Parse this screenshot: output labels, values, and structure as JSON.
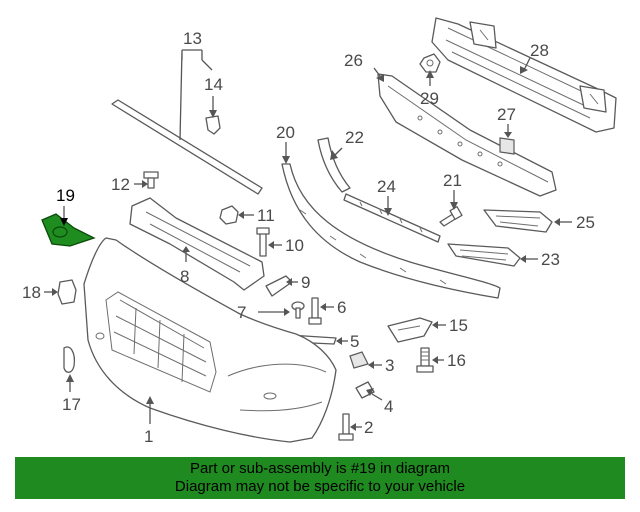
{
  "diagram": {
    "callouts": [
      {
        "id": "1",
        "label": "1"
      },
      {
        "id": "2",
        "label": "2"
      },
      {
        "id": "3",
        "label": "3"
      },
      {
        "id": "4",
        "label": "4"
      },
      {
        "id": "5",
        "label": "5"
      },
      {
        "id": "6",
        "label": "6"
      },
      {
        "id": "7",
        "label": "7"
      },
      {
        "id": "8",
        "label": "8"
      },
      {
        "id": "9",
        "label": "9"
      },
      {
        "id": "10",
        "label": "10"
      },
      {
        "id": "11",
        "label": "11"
      },
      {
        "id": "12",
        "label": "12"
      },
      {
        "id": "13",
        "label": "13"
      },
      {
        "id": "14",
        "label": "14"
      },
      {
        "id": "15",
        "label": "15"
      },
      {
        "id": "16",
        "label": "16"
      },
      {
        "id": "17",
        "label": "17"
      },
      {
        "id": "18",
        "label": "18"
      },
      {
        "id": "19",
        "label": "19"
      },
      {
        "id": "20",
        "label": "20"
      },
      {
        "id": "21",
        "label": "21"
      },
      {
        "id": "22",
        "label": "22"
      },
      {
        "id": "23",
        "label": "23"
      },
      {
        "id": "24",
        "label": "24"
      },
      {
        "id": "25",
        "label": "25"
      },
      {
        "id": "26",
        "label": "26"
      },
      {
        "id": "27",
        "label": "27"
      },
      {
        "id": "28",
        "label": "28"
      },
      {
        "id": "29",
        "label": "29"
      }
    ],
    "highlighted_part": "19",
    "highlight_color": "#1f8a1f"
  },
  "banner": {
    "line1": "Part or sub-assembly is #19 in diagram",
    "line2": "Diagram may not be specific to your vehicle",
    "background": "#1f8a1f"
  }
}
